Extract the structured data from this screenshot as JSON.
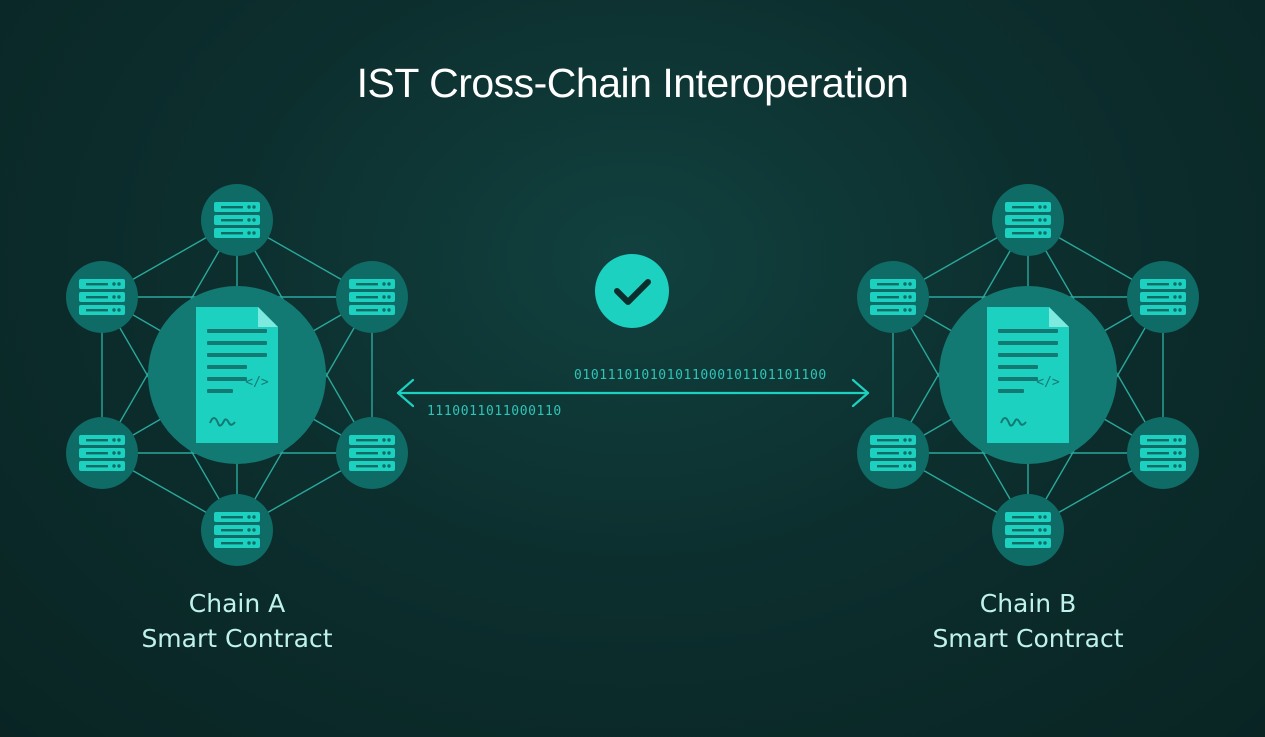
{
  "title": "IST Cross-Chain Interoperation",
  "chains": [
    {
      "name": "Chain A",
      "subtitle": "Smart Contract"
    },
    {
      "name": "Chain B",
      "subtitle": "Smart Contract"
    }
  ],
  "transfer": {
    "binary_top": "0101110101010110001011011011 00",
    "binary_bottom": "1110011011000110",
    "status_icon": "check-icon"
  },
  "colors": {
    "accent": "#1dd1c1",
    "node_fill": "#0f6b65",
    "hub_fill": "#137a73",
    "text": "#bff2ea"
  }
}
